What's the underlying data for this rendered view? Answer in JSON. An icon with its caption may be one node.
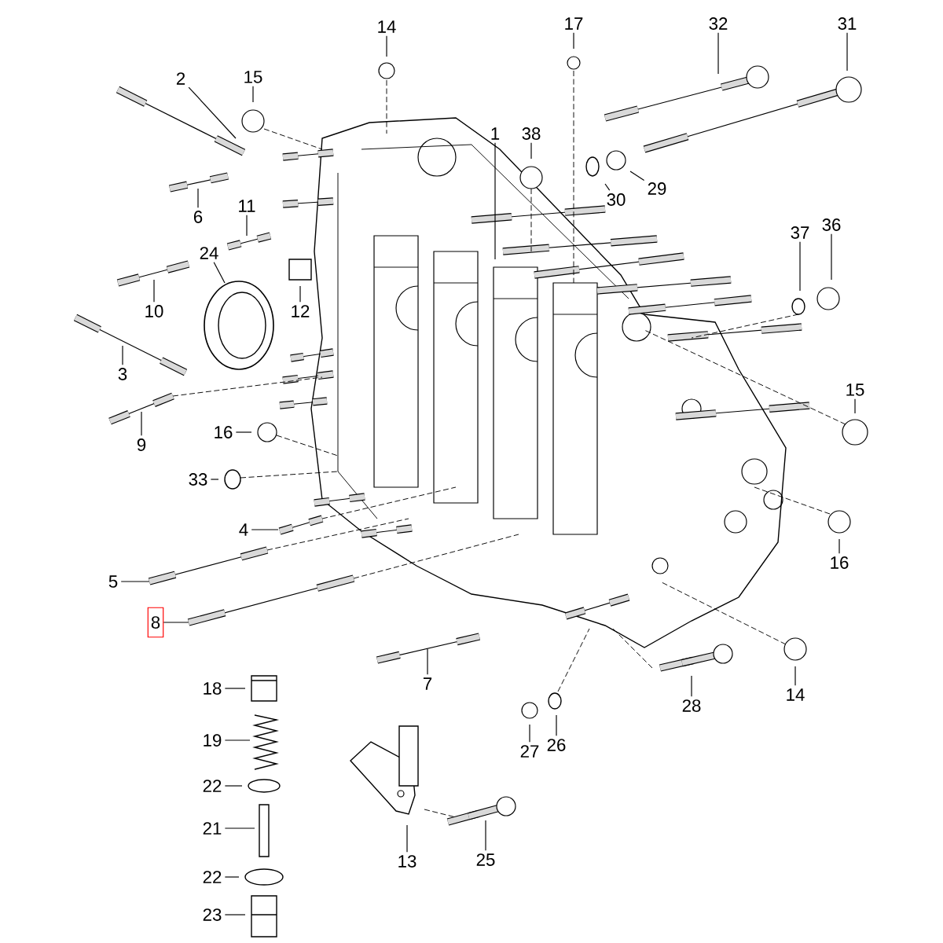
{
  "diagram": {
    "nodes": [
      {
        "text": [
          "14"
        ]
      },
      {
        "text": [
          "17"
        ]
      },
      {
        "text": [
          "32"
        ]
      },
      {
        "text": [
          "31"
        ]
      },
      {
        "text": [
          "2"
        ]
      },
      {
        "text": [
          "15"
        ]
      },
      {
        "text": [
          "1"
        ]
      },
      {
        "text": [
          "38"
        ]
      },
      {
        "text": [
          "29"
        ]
      },
      {
        "text": [
          "30"
        ]
      },
      {
        "text": [
          "11"
        ]
      },
      {
        "text": [
          "6"
        ]
      },
      {
        "text": [
          "36"
        ]
      },
      {
        "text": [
          "37"
        ]
      },
      {
        "text": [
          "24"
        ]
      },
      {
        "text": [
          "10"
        ]
      },
      {
        "text": [
          "12"
        ]
      },
      {
        "text": [
          "3"
        ]
      },
      {
        "text": [
          "15"
        ]
      },
      {
        "text": [
          "16"
        ]
      },
      {
        "text": [
          "9"
        ]
      },
      {
        "text": [
          "33"
        ]
      },
      {
        "text": [
          "4"
        ]
      },
      {
        "text": [
          "16"
        ]
      },
      {
        "text": [
          "5"
        ]
      },
      {
        "text": [
          "8"
        ]
      },
      {
        "text": [
          "7"
        ]
      },
      {
        "text": [
          "18"
        ]
      },
      {
        "text": [
          "14"
        ]
      },
      {
        "text": [
          "28"
        ]
      },
      {
        "text": [
          "19"
        ]
      },
      {
        "text": [
          "27"
        ]
      },
      {
        "text": [
          "26"
        ]
      },
      {
        "text": [
          "22"
        ]
      },
      {
        "text": [
          "21"
        ]
      },
      {
        "text": [
          "13"
        ]
      },
      {
        "text": [
          "25"
        ]
      },
      {
        "text": [
          "22"
        ]
      },
      {
        "text": [
          "23"
        ]
      }
    ],
    "edges": [
      {
        "from": 0,
        "to": null,
        "arrow": "none"
      },
      {
        "from": 1,
        "to": null,
        "arrow": "none"
      },
      {
        "from": 2,
        "to": null,
        "arrow": "none"
      },
      {
        "from": 3,
        "to": null,
        "arrow": "none"
      },
      {
        "from": 4,
        "to": null,
        "arrow": "none"
      },
      {
        "from": 5,
        "to": null,
        "arrow": "none"
      },
      {
        "from": 6,
        "to": null,
        "arrow": "none"
      },
      {
        "from": 7,
        "to": null,
        "arrow": "none"
      },
      {
        "from": 8,
        "to": null,
        "arrow": "none"
      },
      {
        "from": 9,
        "to": null,
        "arrow": "none"
      },
      {
        "from": 10,
        "to": null,
        "arrow": "none"
      },
      {
        "from": 11,
        "to": null,
        "arrow": "none"
      },
      {
        "from": 12,
        "to": null,
        "arrow": "none"
      },
      {
        "from": 13,
        "to": null,
        "arrow": "none"
      },
      {
        "from": 14,
        "to": null,
        "arrow": "none"
      },
      {
        "from": 15,
        "to": null,
        "arrow": "none"
      },
      {
        "from": 16,
        "to": null,
        "arrow": "none"
      },
      {
        "from": 17,
        "to": null,
        "arrow": "none"
      },
      {
        "from": 18,
        "to": null,
        "arrow": "none"
      },
      {
        "from": 19,
        "to": null,
        "arrow": "none"
      },
      {
        "from": 20,
        "to": null,
        "arrow": "none"
      },
      {
        "from": 21,
        "to": null,
        "arrow": "none"
      },
      {
        "from": 22,
        "to": null,
        "arrow": "none"
      },
      {
        "from": 23,
        "to": null,
        "arrow": "none"
      },
      {
        "from": 24,
        "to": null,
        "arrow": "none"
      },
      {
        "from": 25,
        "to": null,
        "arrow": "none"
      },
      {
        "from": 26,
        "to": null,
        "arrow": "none"
      },
      {
        "from": 27,
        "to": null,
        "arrow": "none"
      },
      {
        "from": 28,
        "to": null,
        "arrow": "none"
      },
      {
        "from": 29,
        "to": null,
        "arrow": "none"
      },
      {
        "from": 30,
        "to": null,
        "arrow": "none"
      },
      {
        "from": 31,
        "to": null,
        "arrow": "none"
      },
      {
        "from": 32,
        "to": null,
        "arrow": "none"
      },
      {
        "from": 33,
        "to": null,
        "arrow": "none"
      },
      {
        "from": 34,
        "to": null,
        "arrow": "none"
      },
      {
        "from": 35,
        "to": null,
        "arrow": "none"
      },
      {
        "from": 36,
        "to": null,
        "arrow": "none"
      },
      {
        "from": 37,
        "to": null,
        "arrow": "none"
      },
      {
        "from": 38,
        "to": null,
        "arrow": "none"
      }
    ]
  }
}
